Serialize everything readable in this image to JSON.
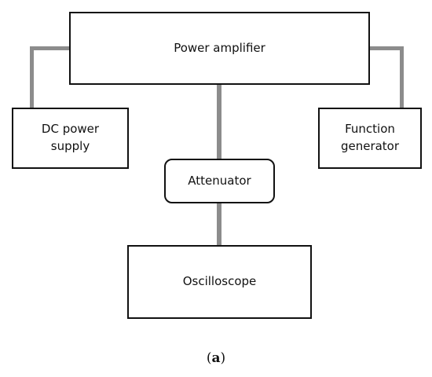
{
  "diagram": {
    "blocks": {
      "power_amplifier": "Power amplifier",
      "dc_power_supply": "DC power\nsupply",
      "function_generator": "Function\ngenerator",
      "attenuator": "Attenuator",
      "oscilloscope": "Oscilloscope"
    },
    "connections": [
      {
        "from": "Power amplifier",
        "to": "DC power supply"
      },
      {
        "from": "Power amplifier",
        "to": "Function generator"
      },
      {
        "from": "Power amplifier",
        "to": "Attenuator"
      },
      {
        "from": "Attenuator",
        "to": "Oscilloscope"
      }
    ],
    "colors": {
      "connector": "#8c8c8c",
      "border": "#111111"
    }
  },
  "caption": {
    "open": "(",
    "label": "a",
    "close": ")"
  }
}
